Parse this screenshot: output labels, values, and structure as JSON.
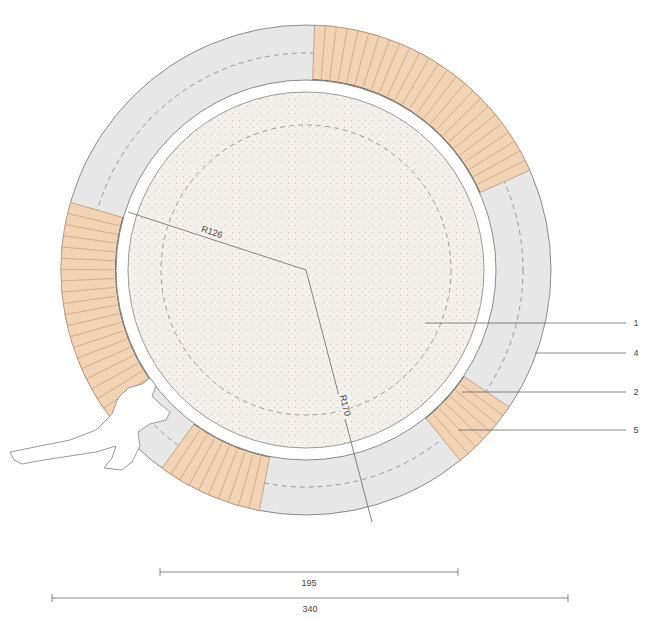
{
  "diagram": {
    "labels": [
      "R126",
      "R170",
      "1",
      "4",
      "2",
      "5",
      "195",
      "340"
    ]
  }
}
